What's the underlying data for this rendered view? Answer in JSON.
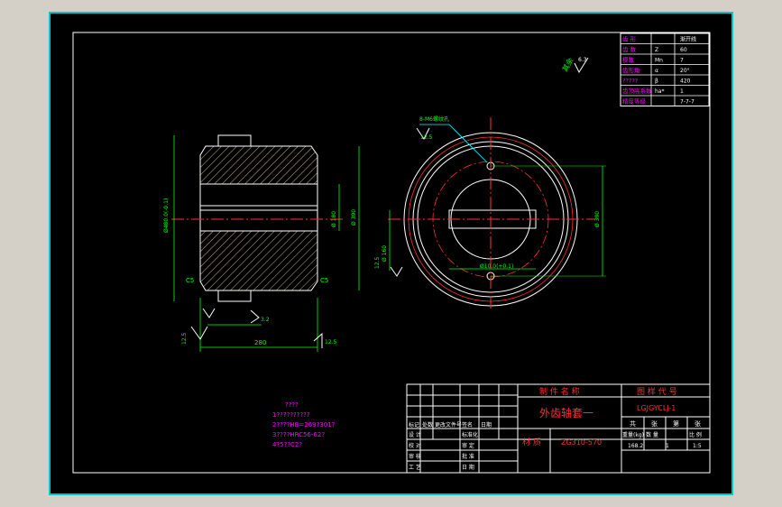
{
  "colors": {
    "background": "#d4d0c8",
    "paper": "#000000",
    "frame": "#00c8c8",
    "border": "#ffffff",
    "hatch": "#c8b482",
    "centerline": "#ff3030",
    "dimension": "#00ff00",
    "leader": "#00ffff",
    "titlebox_text": "#ff3030",
    "notes": "#ff00ff",
    "table_header": "#ff00ff",
    "table_value": "#ffffff"
  },
  "gear_table": {
    "rows": [
      {
        "name": "齿 形",
        "symbol": "",
        "value": "渐开线"
      },
      {
        "name": "齿 数",
        "symbol": "Z",
        "value": "60"
      },
      {
        "name": "模数",
        "symbol": "Mn",
        "value": "7"
      },
      {
        "name": "齿形角",
        "symbol": "α",
        "value": "20°"
      },
      {
        "name": "?????",
        "symbol": "β",
        "value": "420"
      },
      {
        "name": "齿顶高系数",
        "symbol": "ha*",
        "value": "1"
      },
      {
        "name": "精度等级",
        "symbol": "",
        "value": "7-7-7"
      }
    ]
  },
  "roughness_symbol": {
    "label": "其余",
    "value": "6.3"
  },
  "left_view": {
    "dim_outer_diameter": "Ø480.0(-0.1)",
    "dim_bore": "Ø 180",
    "dim_outer_right": "Ø 390",
    "chamfer_left": "C5",
    "chamfer_right": "C5",
    "width": "280",
    "roughness_a": "12.5",
    "roughness_b": "3.2",
    "roughness_c": "12.5"
  },
  "right_view": {
    "leader_label": "8-M6螺纹孔",
    "leader_roughness": "12.5",
    "keyway_width": "Ø 160",
    "keyway_dim": "Ø10.0(+0.1)",
    "right_dim": "Ø 390",
    "left_roughness": "12.5"
  },
  "notes": {
    "title": "????",
    "lines": [
      "1??????????",
      "2????HB=269?301?",
      "3????HRC56-62?",
      "4?5??C2?"
    ]
  },
  "title_block": {
    "part_name_header": "制 件 名 称",
    "drawing_no_header": "图 样 代 号",
    "part_name": "外齿轴套一",
    "drawing_no": "LGJGYCLJ-1",
    "left_header": [
      "标记",
      "处数",
      "更改文件号",
      "签名",
      "日期"
    ],
    "rows_left": [
      {
        "label": "设 计",
        "role": "标准化"
      },
      {
        "label": "校 对",
        "role": "审 定"
      },
      {
        "label": "审 核",
        "role": "批 准"
      },
      {
        "label": "工 艺",
        "role": "日 期"
      }
    ],
    "material_label": "材 质",
    "material": "ZG310-570",
    "stage_header": [
      "共",
      "张",
      "第",
      "张"
    ],
    "weight_header": [
      "重量(kg)",
      "数 量",
      "比 例"
    ],
    "weight_values": [
      "168.2",
      "1",
      "1:5"
    ]
  }
}
